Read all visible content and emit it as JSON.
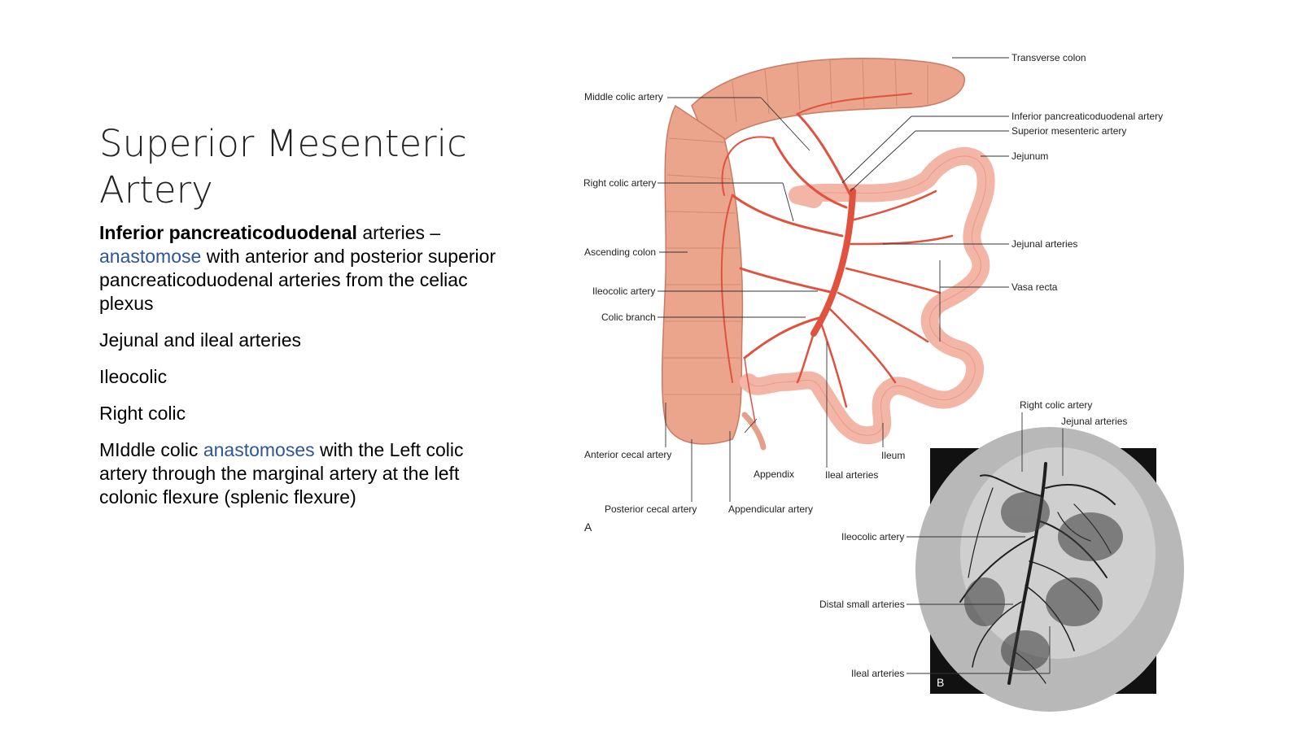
{
  "slide": {
    "title": "Superior Mesenteric Artery",
    "bullets": [
      {
        "bold": "Inferior pancreaticoduodenal",
        "after_bold": " arteries –",
        "link": "anastomose",
        "rest": " with anterior and posterior superior pancreaticoduodenal arteries from the celiac plexus"
      },
      {
        "text": "Jejunal and ileal arteries"
      },
      {
        "text": "Ileocolic"
      },
      {
        "text": "Right colic"
      },
      {
        "before_link": "MIddle colic ",
        "link": "anastomoses",
        "rest": " with the Left colic artery through the marginal artery at the left colonic flexure (splenic flexure)"
      }
    ]
  },
  "figure_a": {
    "panel_label": "A",
    "labels": {
      "transverse_colon": "Transverse colon",
      "middle_colic_artery": "Middle colic artery",
      "inferior_pancreaticoduodenal_artery": "Inferior pancreaticoduodenal artery",
      "superior_mesenteric_artery": "Superior mesenteric artery",
      "jejunum": "Jejunum",
      "right_colic_artery": "Right colic artery",
      "ascending_colon": "Ascending colon",
      "jejunal_arteries": "Jejunal arteries",
      "vasa_recta": "Vasa recta",
      "ileocolic_artery": "Ileocolic artery",
      "colic_branch": "Colic branch",
      "anterior_cecal_artery": "Anterior cecal artery",
      "appendix": "Appendix",
      "ileal_arteries": "Ileal arteries",
      "ileum": "Ileum",
      "posterior_cecal_artery": "Posterior cecal artery",
      "appendicular_artery": "Appendicular artery"
    }
  },
  "figure_b": {
    "panel_label": "B",
    "labels": {
      "right_colic_artery": "Right colic artery",
      "jejunal_arteries": "Jejunal arteries",
      "ileocolic_artery": "Ileocolic artery",
      "distal_small_arteries": "Distal small arteries",
      "ileal_arteries": "Ileal arteries"
    }
  },
  "colors": {
    "link": "#2f5597",
    "colon": "#eaa58c",
    "artery": "#e0513e",
    "intestine": "#f3b6a6"
  }
}
